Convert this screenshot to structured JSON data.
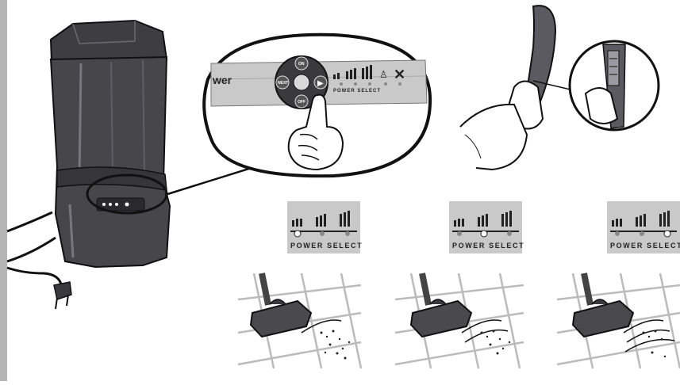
{
  "panel": {
    "brand_fragment": "wer",
    "buttons": {
      "on": "ON",
      "off": "OFF",
      "next": "NEXT",
      "play": "▶"
    },
    "power_select": "POWER SELECT"
  },
  "power_levels": [
    {
      "label": "POWER SELECT",
      "active_index": 0
    },
    {
      "label": "POWER SELECT",
      "active_index": 1
    },
    {
      "label": "POWER SELECT",
      "active_index": 2
    }
  ],
  "colors": {
    "body": "#4a4a4e",
    "body_dark": "#2a2a2e",
    "panel_gray": "#c9c9c9",
    "outline": "#1a1a1a",
    "led_on": "#ffffff",
    "led_off": "#8a8a8a",
    "left_border": "#b5b5b5"
  }
}
